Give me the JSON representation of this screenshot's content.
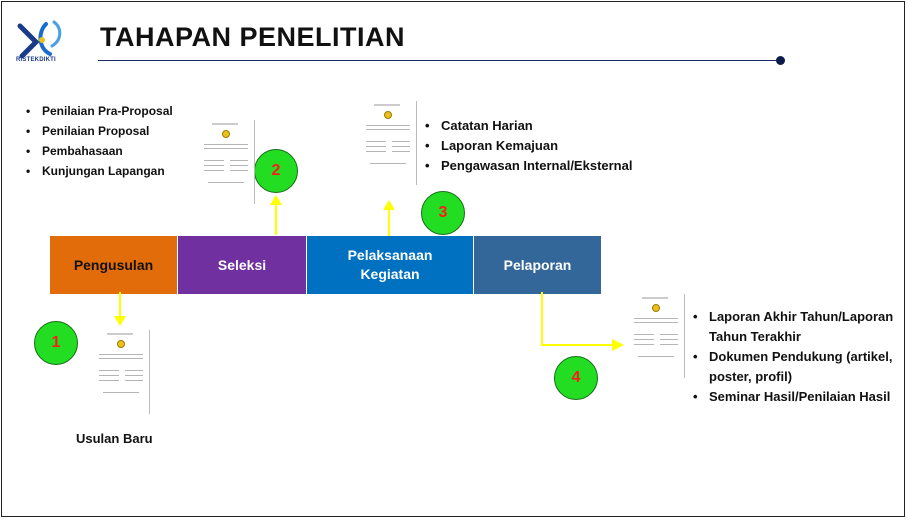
{
  "header": {
    "title": "TAHAPAN PENELITIAN",
    "logo_text": "RISTEKDIKTI"
  },
  "stages": [
    {
      "label": "Pengusulan"
    },
    {
      "label": "Seleksi"
    },
    {
      "label": "Pelaksanaan Kegiatan"
    },
    {
      "label": "Pelaporan"
    }
  ],
  "steps": [
    {
      "number": "1",
      "caption": "Usulan Baru"
    },
    {
      "number": "2",
      "items": [
        "Penilaian Pra-Proposal",
        "Penilaian Proposal",
        "Pembahasaan",
        "Kunjungan Lapangan"
      ]
    },
    {
      "number": "3",
      "items": [
        "Catatan Harian",
        "Laporan Kemajuan",
        "Pengawasan Internal/Eksternal"
      ]
    },
    {
      "number": "4",
      "items": [
        "Laporan Akhir Tahun/Laporan Tahun Terakhir",
        "Dokumen Pendukung (artikel, poster, profil)",
        "Seminar Hasil/Penilaian Hasil"
      ]
    }
  ],
  "colors": {
    "pengusulan": "#e36c0a",
    "seleksi": "#7030a0",
    "pelaksanaan": "#0070c0",
    "pelaporan": "#336699",
    "step_circle": "#22dd22",
    "step_number": "#ff1a1a",
    "arrow": "#ffff00"
  }
}
